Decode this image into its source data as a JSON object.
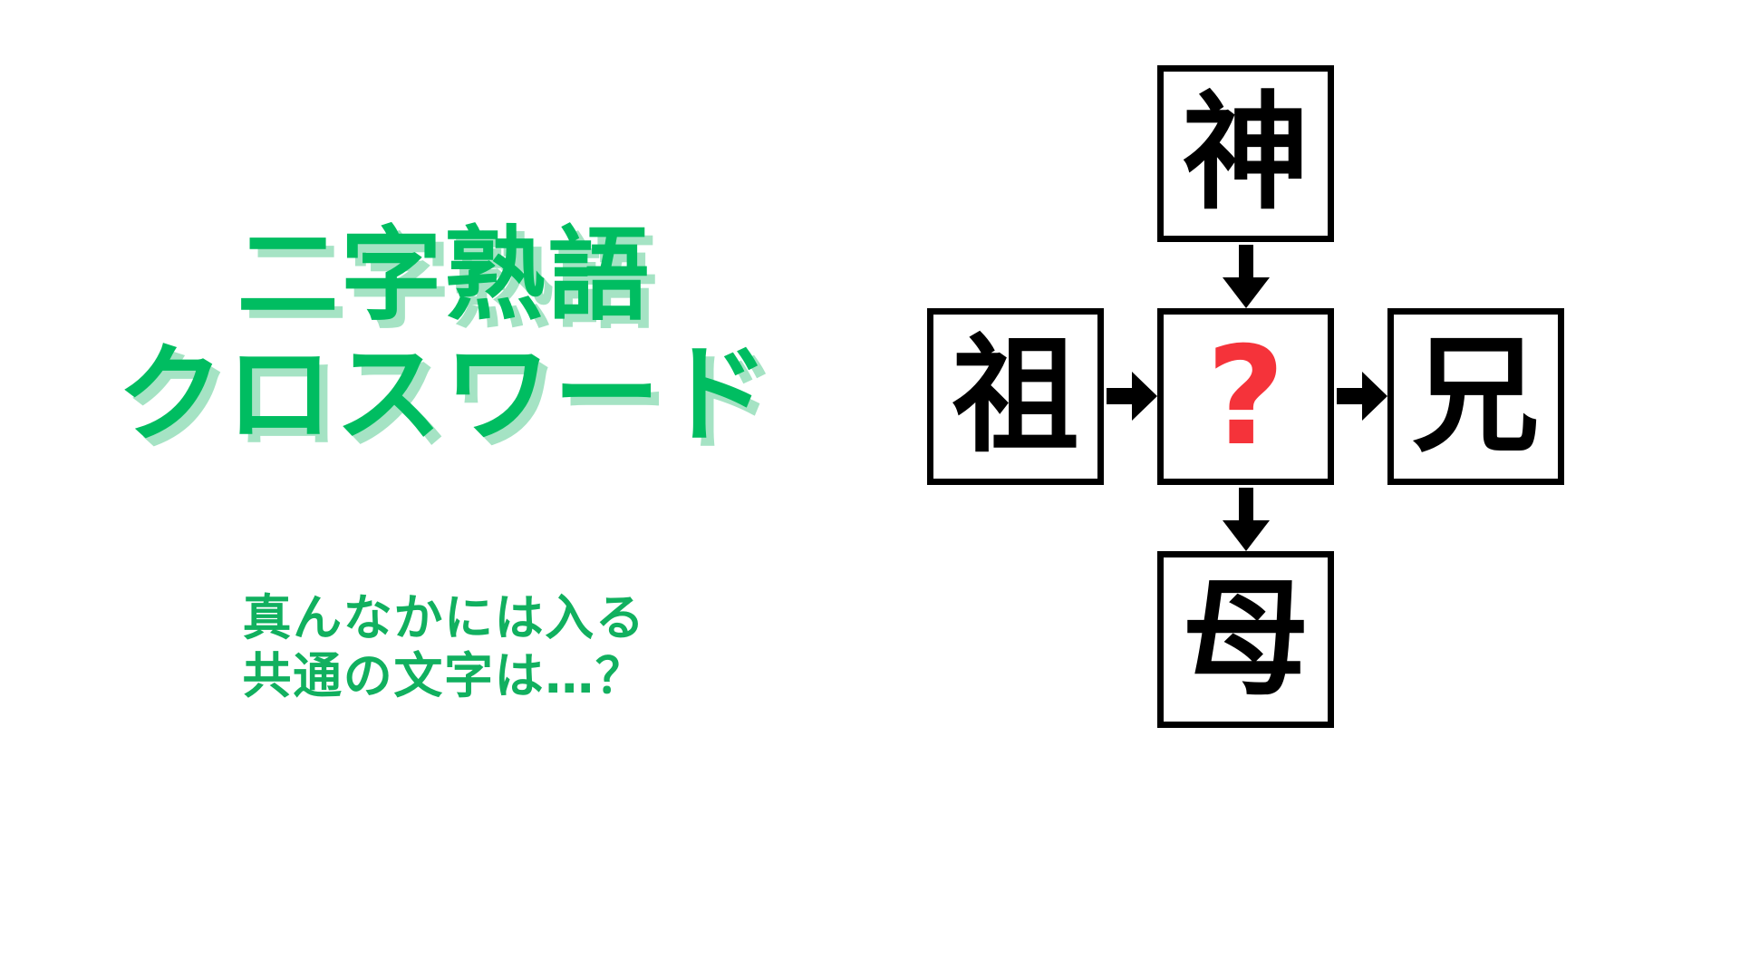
{
  "meta": {
    "background_color": "#ffffff",
    "accent_green": "#00bd61",
    "shadow_green": "#a5e3c4",
    "subtitle_green": "#11b05f",
    "answer_red": "#f5333a",
    "box_border_color": "#000000"
  },
  "title": {
    "line1": "二字熟語",
    "line2": "クロスワード"
  },
  "subtitle": {
    "line1": "真んなかには入る",
    "line2": "共通の文字は…？"
  },
  "puzzle": {
    "type": "kanji-crossword",
    "center_label": "?",
    "cells": {
      "top": "神",
      "left": "祖",
      "center": "?",
      "right": "兄",
      "bottom": "母"
    },
    "arrows": [
      {
        "name": "top-to-center",
        "direction": "down"
      },
      {
        "name": "left-to-center",
        "direction": "right"
      },
      {
        "name": "center-to-right",
        "direction": "right"
      },
      {
        "name": "center-to-bottom",
        "direction": "down"
      }
    ]
  }
}
